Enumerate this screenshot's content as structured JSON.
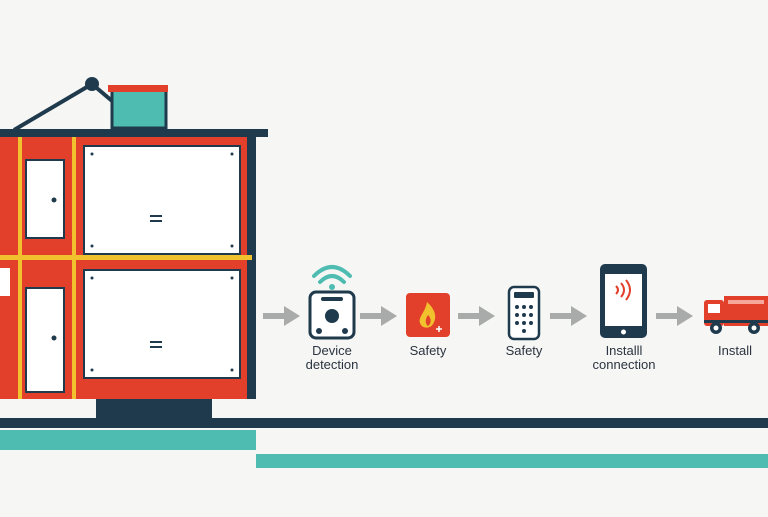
{
  "colors": {
    "red": "#e2402a",
    "yellow": "#f2c12e",
    "navy": "#1f3a4d",
    "teal": "#4fbcb1",
    "arrow": "#a9abaa",
    "panel": "#ffffff",
    "background": "#f6f6f4"
  },
  "steps": [
    {
      "icon": "smart-sensor-icon",
      "label": "Device\ndetection"
    },
    {
      "icon": "flame-icon",
      "label": "Safety"
    },
    {
      "icon": "keypad-icon",
      "label": "Safety"
    },
    {
      "icon": "smartphone-icon",
      "label": "Installl\nconnection"
    },
    {
      "icon": "fire-truck-icon",
      "label": "Install"
    }
  ]
}
